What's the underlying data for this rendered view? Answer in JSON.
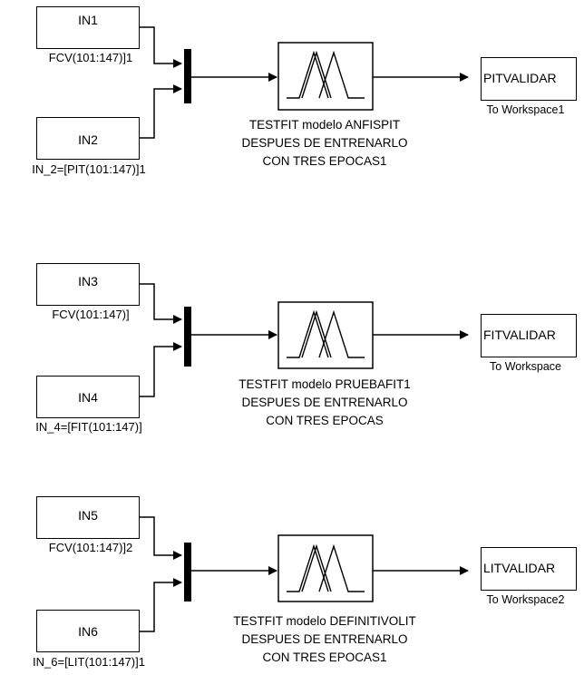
{
  "rows": [
    {
      "in_a": {
        "name": "IN1",
        "label": "FCV(101:147)]1"
      },
      "in_b": {
        "name": "IN2",
        "label": "IN_2=[PIT(101:147)]1"
      },
      "fis_caption": [
        "TESTFIT modelo ANFISPIT",
        "DESPUES DE ENTRENARLO",
        "CON TRES EPOCAS1"
      ],
      "ws": {
        "name": "PITVALIDAR",
        "label": "To Workspace1"
      }
    },
    {
      "in_a": {
        "name": "IN3",
        "label": "FCV(101:147)]"
      },
      "in_b": {
        "name": "IN4",
        "label": "IN_4=[FIT(101:147)]"
      },
      "fis_caption": [
        "TESTFIT modelo PRUEBAFIT1",
        "DESPUES DE ENTRENARLO",
        "CON TRES EPOCAS"
      ],
      "ws": {
        "name": "FITVALIDAR",
        "label": "To Workspace"
      }
    },
    {
      "in_a": {
        "name": "IN5",
        "label": "FCV(101:147)]2"
      },
      "in_b": {
        "name": "IN6",
        "label": "IN_6=[LIT(101:147)]1"
      },
      "fis_caption": [
        "TESTFIT modelo DEFINITIVOLIT",
        "DESPUES DE ENTRENARLO",
        "CON TRES EPOCAS1"
      ],
      "ws": {
        "name": "LITVALIDAR",
        "label": "To Workspace2"
      }
    }
  ]
}
